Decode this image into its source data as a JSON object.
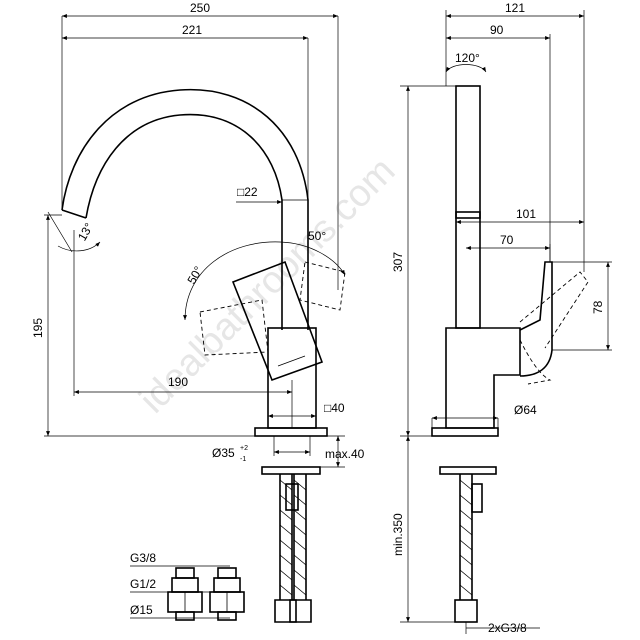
{
  "watermark": "idealbathrooms.com",
  "front_view": {
    "dim_overall_width": "250",
    "dim_spout_reach_top": "221",
    "dim_spout_square": "□22",
    "spout_angle": "13°",
    "handle_angle_right": "50°",
    "handle_angle_left": "50°",
    "dim_height": "195",
    "dim_reach": "190",
    "dim_body_square": "□40",
    "dim_hole": "Ø35",
    "dim_hole_tol_plus": "+2",
    "dim_hole_tol_minus": "-1",
    "dim_max_deck": "max.40"
  },
  "side_view": {
    "dim_depth": "121",
    "dim_upper": "90",
    "rotation_angle": "120°",
    "dim_lever_reach": "101",
    "dim_lever_offset": "70",
    "dim_lever_height": "78",
    "dim_total_height": "307",
    "dim_base_diameter": "Ø64",
    "dim_hose_length": "min.350",
    "dim_hose_thread": "2xG3/8"
  },
  "fittings": {
    "thread_g38": "G3/8",
    "thread_g12": "G1/2",
    "pipe_d15": "Ø15"
  }
}
